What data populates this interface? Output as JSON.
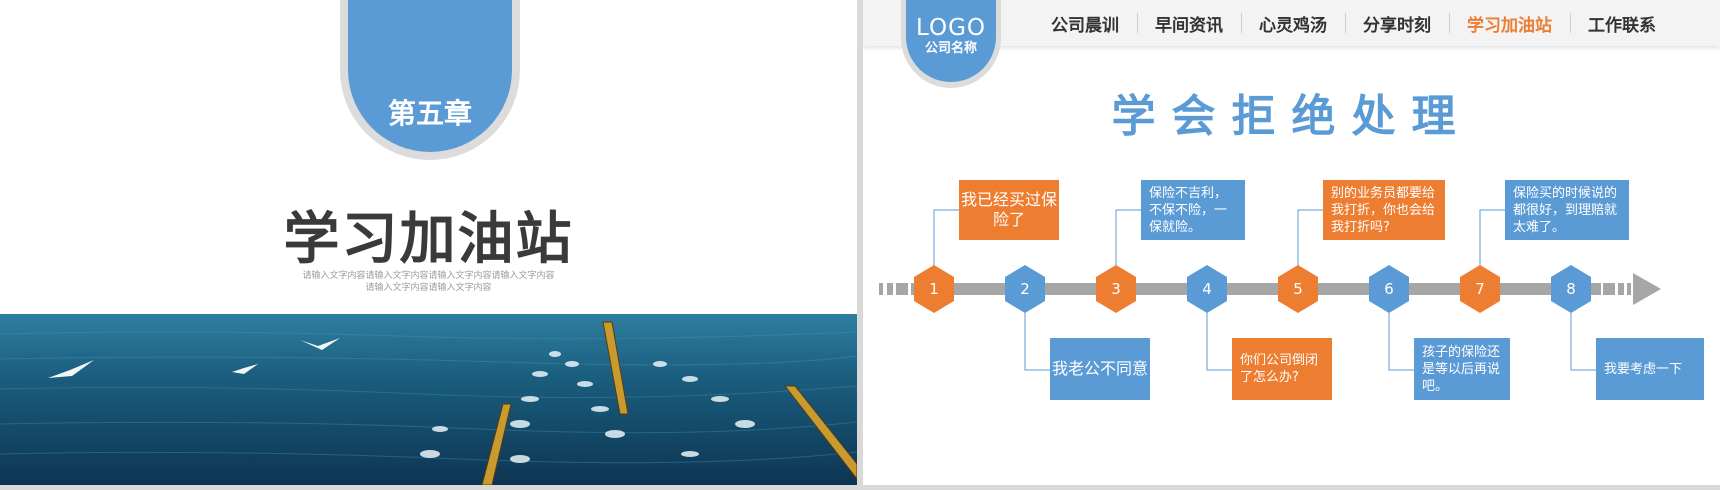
{
  "left_slide": {
    "chapter_label": "第五章",
    "title": "学习加油站",
    "placeholder_line1": "请输入文字内容请输入文字内容请输入文字内容请输入文字内容",
    "placeholder_line2": "请输入文字内容请输入文字内容"
  },
  "right_slide": {
    "logo": {
      "word": "LOGO",
      "company": "公司名称"
    },
    "nav": [
      {
        "label": "公司晨训"
      },
      {
        "label": "早间资讯"
      },
      {
        "label": "心灵鸡汤"
      },
      {
        "label": "分享时刻"
      },
      {
        "label": "学习加油站",
        "active": true
      },
      {
        "label": "工作联系"
      }
    ],
    "title": "学会拒绝处理",
    "steps": [
      {
        "num": "1",
        "color": "orange",
        "text": "我已经买过保险了"
      },
      {
        "num": "2",
        "color": "blue",
        "text": "我老公不同意"
      },
      {
        "num": "3",
        "color": "orange",
        "text": "保险不吉利，不保不险，一保就险。"
      },
      {
        "num": "4",
        "color": "blue",
        "text": "你们公司倒闭了怎么办?"
      },
      {
        "num": "5",
        "color": "orange",
        "text": "别的业务员都要给我打折，你也会给我打折吗?"
      },
      {
        "num": "6",
        "color": "blue",
        "text": "孩子的保险还是等以后再说吧。"
      },
      {
        "num": "7",
        "color": "orange",
        "text": "保险买的时候说的都很好，到理赔就太难了。"
      },
      {
        "num": "8",
        "color": "blue",
        "text": "我要考虑一下"
      }
    ]
  },
  "colors": {
    "orange": "#ed7d31",
    "blue": "#5b9bd5",
    "gray": "#a6a6a6",
    "title_dark": "#3a3a3a"
  }
}
